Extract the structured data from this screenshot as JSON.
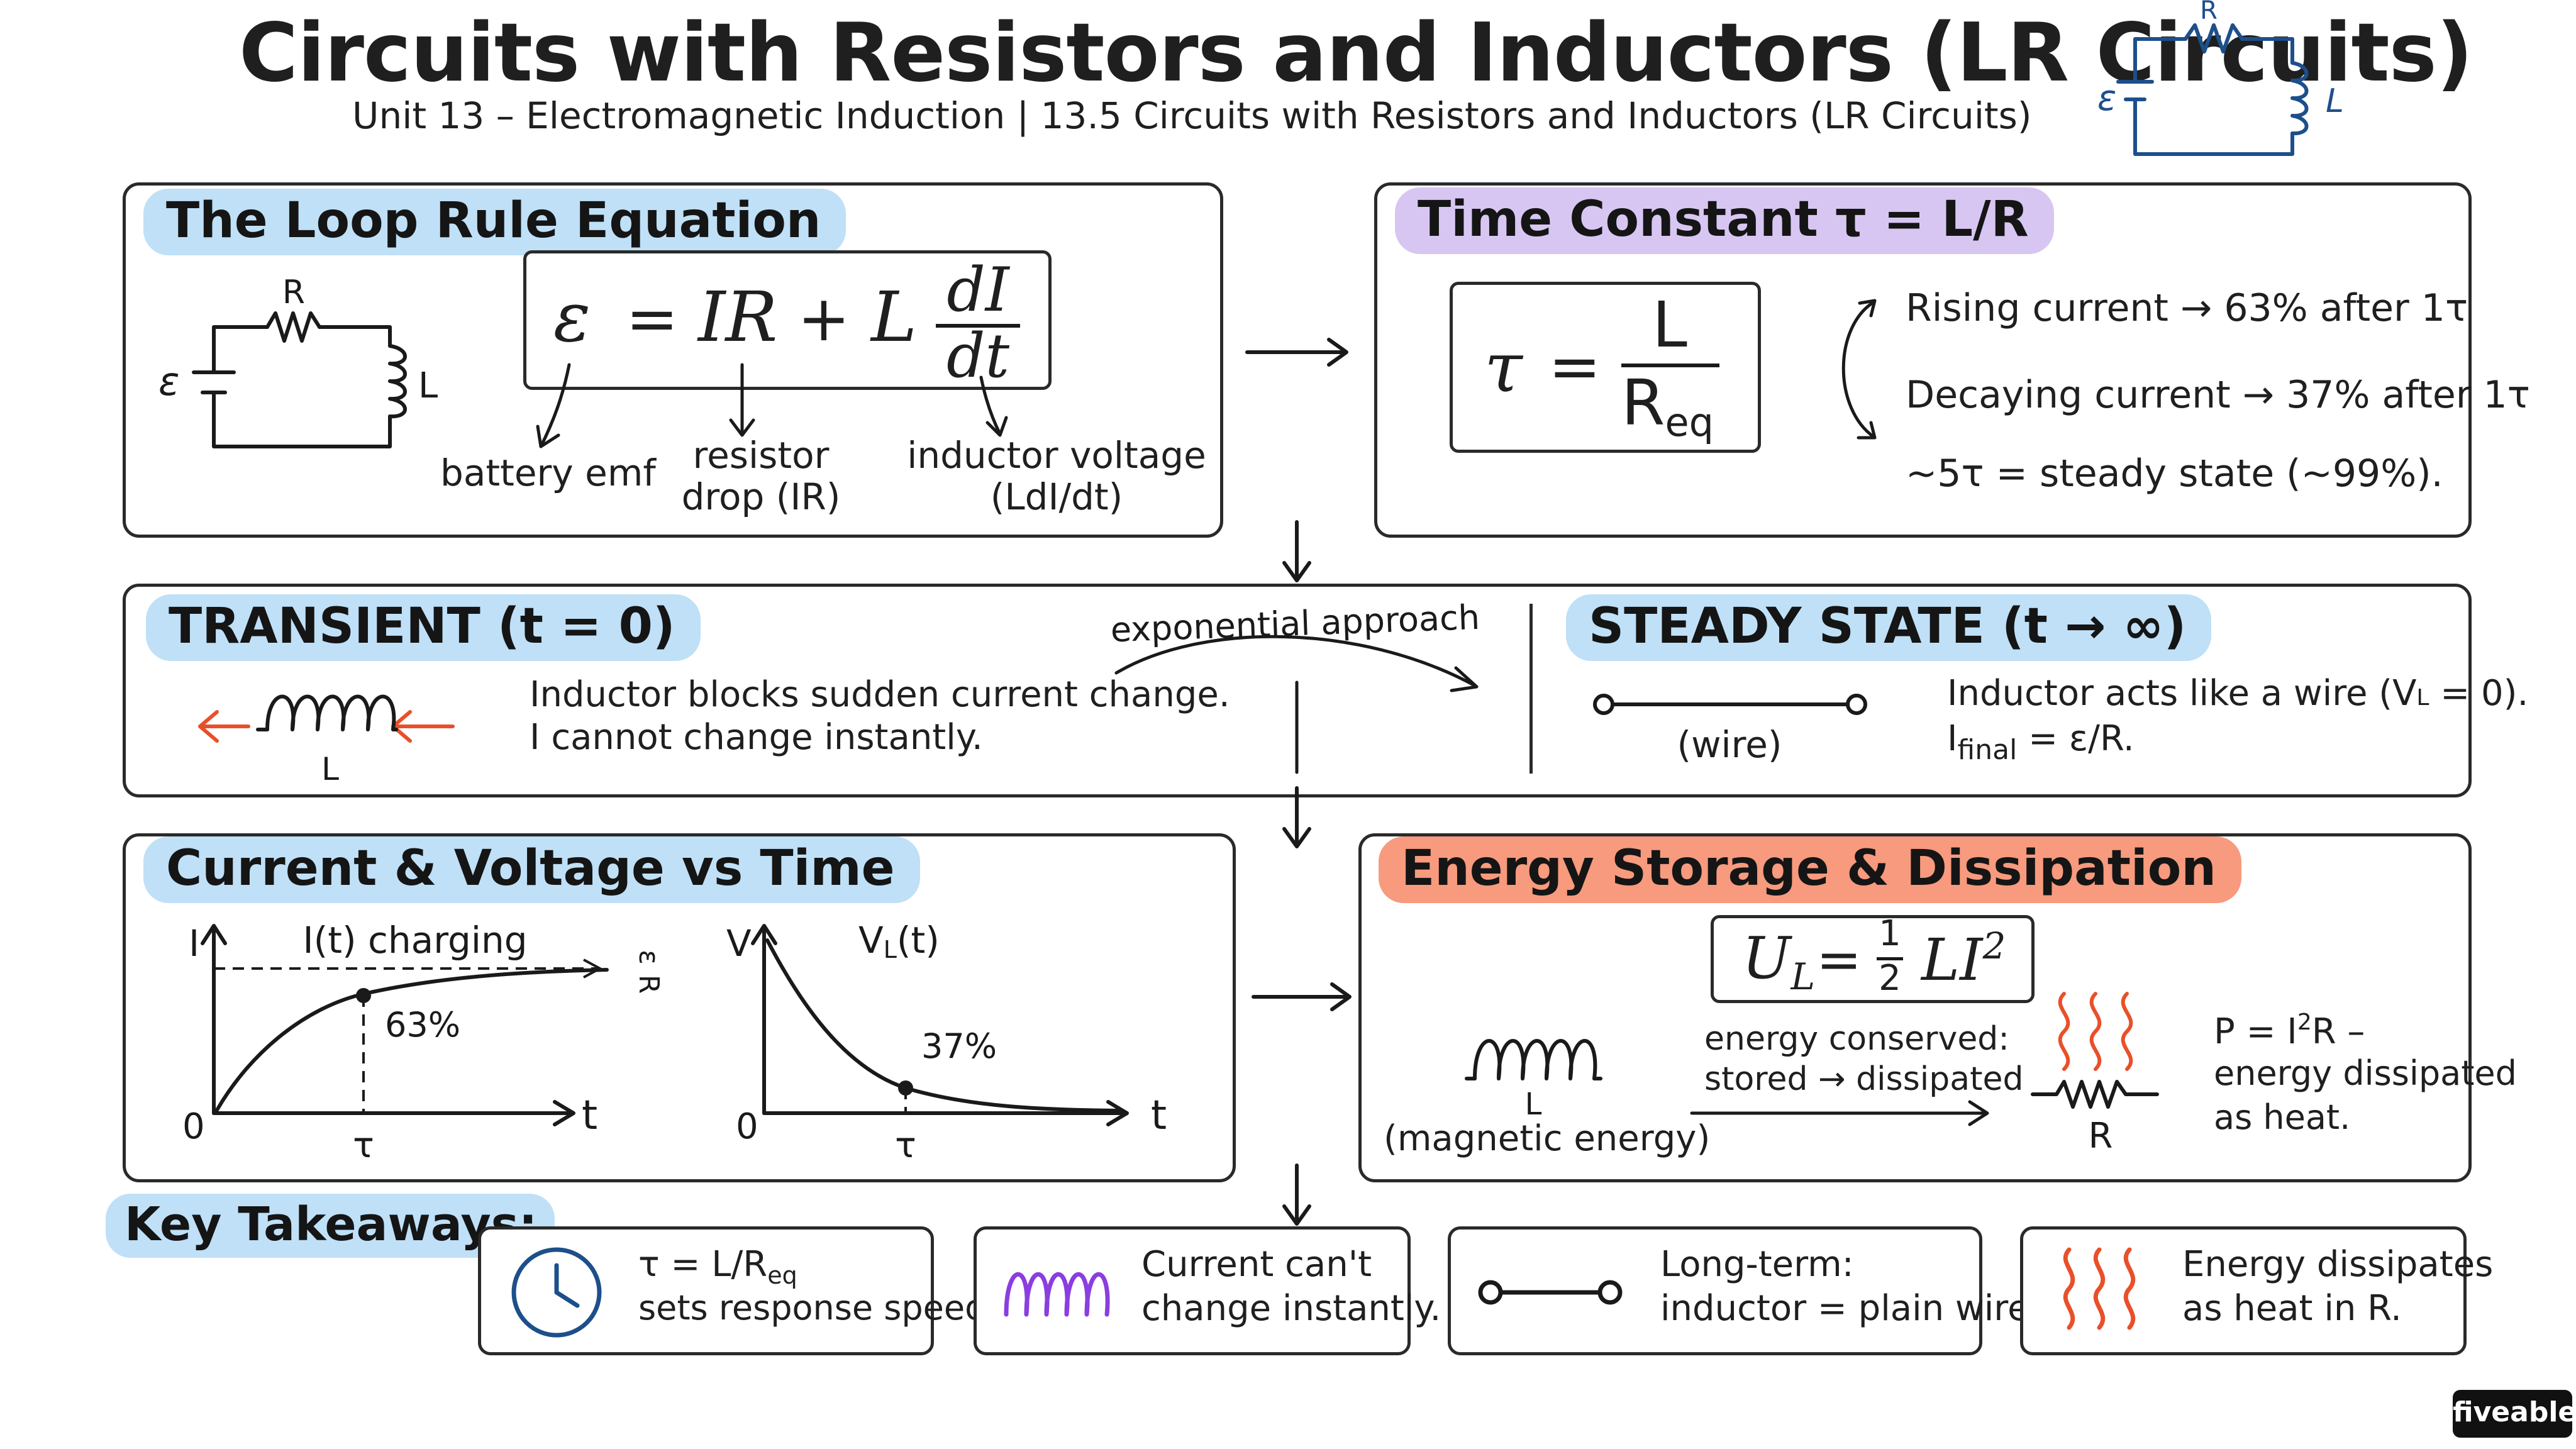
{
  "header": {
    "title": "Circuits with Resistors and Inductors (LR Circuits)",
    "subtitle": "Unit 13 – Electromagnetic Induction   |   13.5 Circuits with Resistors and Inductors (LR Circuits)",
    "corner_circuit": {
      "emf": "ε",
      "resistor": "R",
      "inductor": "L"
    }
  },
  "loop_rule": {
    "heading": "The Loop Rule Equation",
    "circuit": {
      "emf": "ε",
      "resistor": "R",
      "inductor": "L"
    },
    "equation": {
      "lhs": "ε",
      "eq": "=",
      "ir": "IR",
      "plus": "+",
      "l": "L",
      "num": "dI",
      "den": "dt"
    },
    "labels": {
      "battery": "battery emf",
      "resistor_1": "resistor",
      "resistor_2": "drop (IR)",
      "inductor_1": "inductor voltage",
      "inductor_2": "(LdI/dt)"
    }
  },
  "time_constant": {
    "heading": "Time Constant τ = L/R",
    "formula": {
      "tau": "τ",
      "eq": "=",
      "num": "L",
      "den": "R",
      "den_sub": "eq"
    },
    "lines": [
      "Rising current → 63% after 1τ",
      "Decaying current → 37% after 1τ",
      "~5τ = steady state (~99%)."
    ]
  },
  "transient": {
    "heading": "TRANSIENT (t = 0)",
    "inductor_label": "L",
    "text": [
      "Inductor blocks sudden current change.",
      "I cannot change instantly."
    ],
    "arrow_label": "exponential approach"
  },
  "steady_state": {
    "heading": "STEADY STATE (t → ∞)",
    "wire_label": "(wire)",
    "text1_main": "Inductor acts like a wire (V",
    "text1_sub": "L",
    "text1_end": " = 0).",
    "text2_main": "I",
    "text2_sub": "final",
    "text2_end": " = ε/R."
  },
  "graphs": {
    "heading": "Current & Voltage vs Time",
    "current_graph": {
      "y_axis": "I",
      "x_axis": "t",
      "origin": "0",
      "title": "I(t) charging",
      "asymptote_num": "ε",
      "asymptote_den": "R",
      "marker": "63%",
      "tick": "τ"
    },
    "voltage_graph": {
      "y_axis": "V",
      "x_axis": "t",
      "origin": "0",
      "title": "V",
      "title_sub": "L",
      "title_end": "(t)",
      "marker": "37%",
      "tick": "τ"
    }
  },
  "energy": {
    "heading": "Energy Storage & Dissipation",
    "formula": {
      "u": "U",
      "u_sub": "L",
      "eq": "=",
      "half_num": "1",
      "half_den": "2",
      "rest": "LI",
      "exp": "2"
    },
    "inductor_label": "L",
    "inductor_caption": "(magnetic energy)",
    "conserved": [
      "energy conserved:",
      "stored → dissipated"
    ],
    "resistor_label": "R",
    "power_line1_main": "P = I",
    "power_line1_exp": "2",
    "power_line1_end": "R –",
    "power_lines": [
      "energy dissipated",
      "as heat."
    ]
  },
  "takeaways": {
    "heading": "Key Takeaways:",
    "cards": [
      {
        "icon": "clock-icon",
        "line1_main": "τ = L/R",
        "line1_sub": "eq",
        "line2": "sets response speed"
      },
      {
        "icon": "coil-icon",
        "line1_main": "Current can't",
        "line1_sub": "",
        "line2": "change instantly."
      },
      {
        "icon": "wire-icon",
        "line1_main": "Long-term:",
        "line1_sub": "",
        "line2": "inductor = plain wire."
      },
      {
        "icon": "heat-icon",
        "line1_main": "Energy dissipates",
        "line1_sub": "",
        "line2": "as heat in R."
      }
    ]
  },
  "brand": {
    "logo": "fiveable"
  },
  "colors": {
    "blue": "#bfe0f7",
    "purple": "#d8c6f2",
    "orange": "#f79a7d",
    "accent_orange": "#e8502a",
    "accent_purple": "#8a3ee0",
    "ink_blue": "#1d4f8a"
  }
}
